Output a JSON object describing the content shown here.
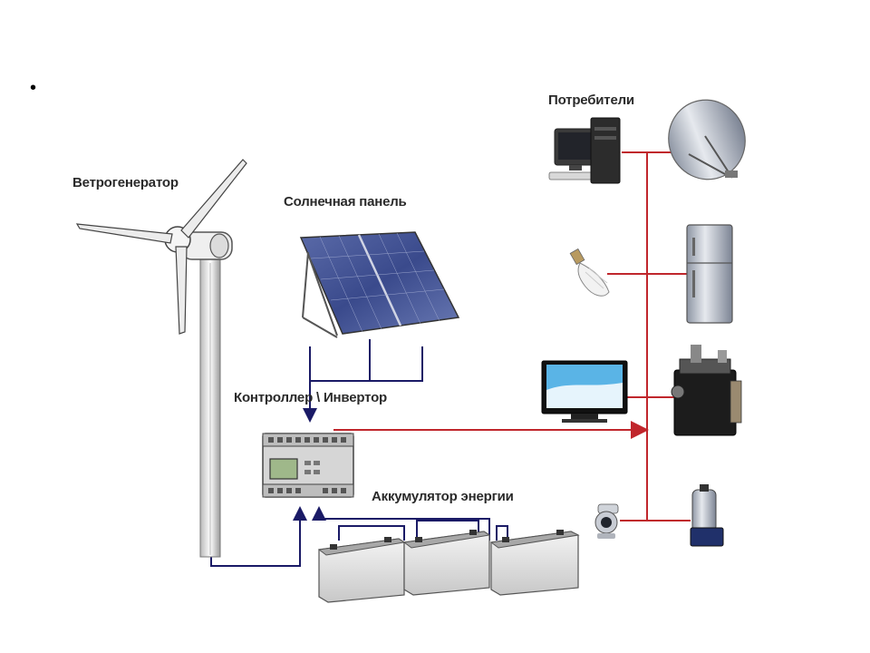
{
  "labels": {
    "bullet": "•",
    "wind_generator": "Ветрогенератор",
    "solar_panel": "Солнечная панель",
    "controller_inverter": "Контроллер \\ Инвертор",
    "battery_storage": "Аккумулятор энергии",
    "consumers": "Потребители"
  },
  "colors": {
    "dc_wire": "#1a1a66",
    "ac_wire": "#c0262c",
    "label_text": "#2a2a2a"
  },
  "icons": [
    "wind-turbine-icon",
    "solar-panel-icon",
    "controller-icon",
    "battery-icon",
    "computer-icon",
    "satellite-dish-icon",
    "lamp-icon",
    "refrigerator-icon",
    "tv-icon",
    "boiler-icon",
    "camera-icon",
    "pump-icon"
  ]
}
